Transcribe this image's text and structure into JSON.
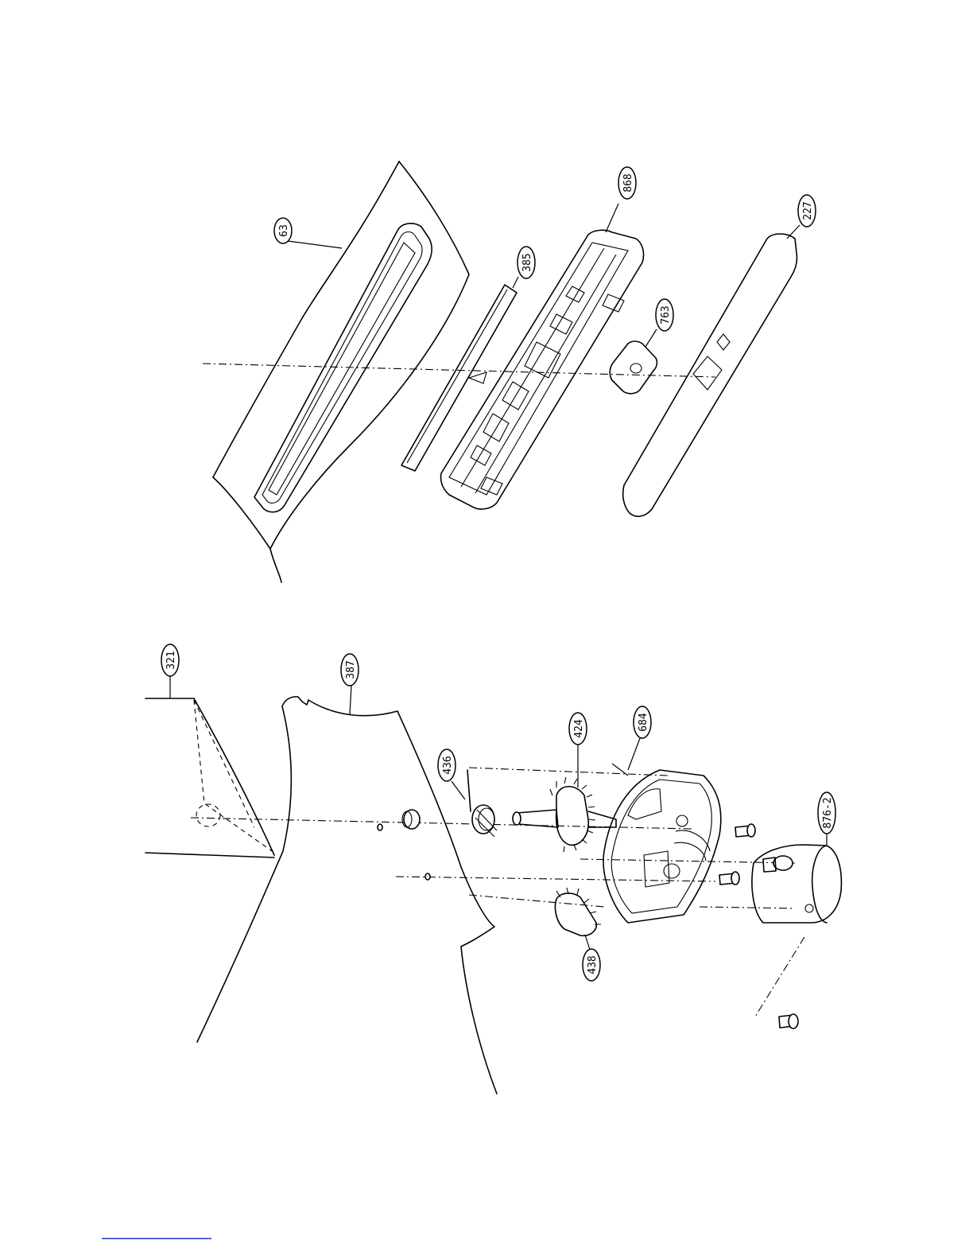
{
  "diagram": {
    "callouts": [
      {
        "id": "c63",
        "text": "63"
      },
      {
        "id": "c868",
        "text": "868"
      },
      {
        "id": "c385",
        "text": "385"
      },
      {
        "id": "c763",
        "text": "763"
      },
      {
        "id": "c227",
        "text": "227"
      },
      {
        "id": "c321",
        "text": "321"
      },
      {
        "id": "c387",
        "text": "387"
      },
      {
        "id": "c436",
        "text": "436"
      },
      {
        "id": "c424",
        "text": "424"
      },
      {
        "id": "c684",
        "text": "684"
      },
      {
        "id": "c876",
        "text": "876-2"
      },
      {
        "id": "c438",
        "text": "438"
      }
    ]
  },
  "colors": {
    "ink": "#000000",
    "paper": "#ffffff",
    "footer_rule": "#1a35d0"
  }
}
